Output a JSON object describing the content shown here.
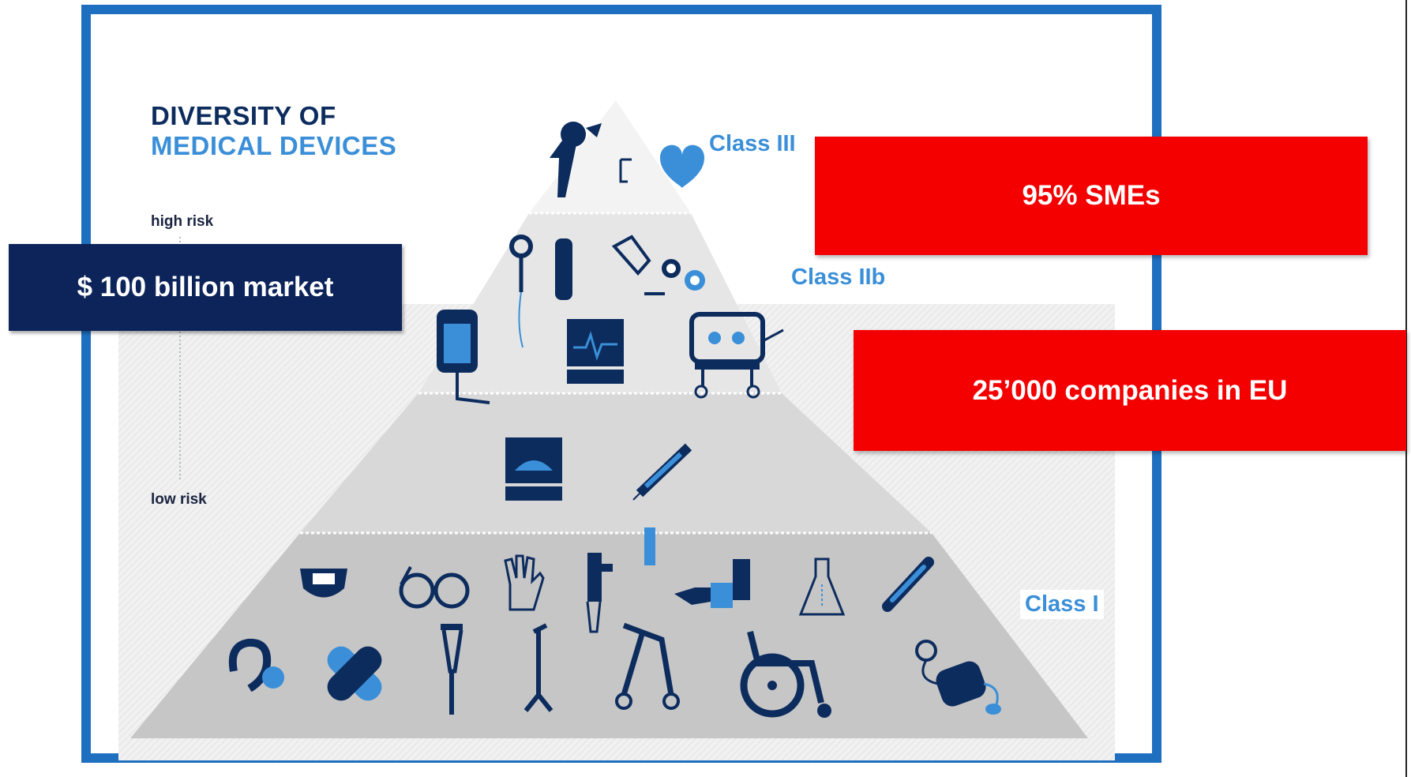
{
  "title": {
    "line1": "DIVERSITY OF",
    "line2": "MEDICAL DEVICES"
  },
  "risk": {
    "high": "high risk",
    "low": "low risk"
  },
  "classes": {
    "class3": "Class III",
    "class2b": "Class IIb",
    "class1": "Class I"
  },
  "callouts": {
    "market": "$ 100 billion market",
    "smes": "95% SMEs",
    "companies": "25’000 companies in EU"
  },
  "colors": {
    "frame": "#1f6fc0",
    "navy": "#0c2459",
    "red": "#f40000",
    "icon_dark": "#0d2c5e",
    "icon_light": "#3a8fd8"
  },
  "icons": {
    "tier_top": [
      "hip-implant-icon",
      "heart-pacemaker-icon"
    ],
    "tier_2": [
      "stent-catheter-icon",
      "cylinder-implant-icon",
      "contact-lens-solution-icon",
      "iv-bag-icon",
      "ecg-monitor-icon",
      "incubator-icon"
    ],
    "tier_3": [
      "ultrasound-icon",
      "syringe-icon"
    ],
    "tier_4": [
      "diaper-icon",
      "glasses-icon",
      "glove-icon",
      "otoscope-icon",
      "bandage-wrap-icon",
      "flask-icon",
      "thermometer-icon",
      "hearing-aid-icon",
      "plaster-icon",
      "crutch-icon",
      "cane-icon",
      "walker-icon",
      "wheelchair-icon",
      "blood-pressure-icon"
    ]
  }
}
